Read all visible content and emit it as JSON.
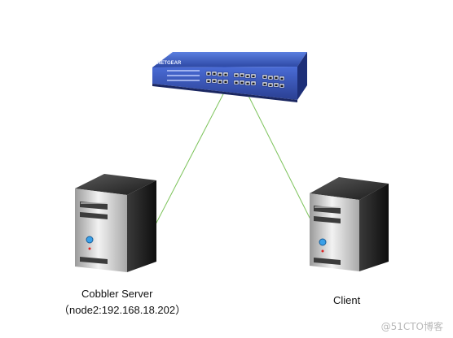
{
  "diagram": {
    "nodes": {
      "switch": {
        "kind": "network switch",
        "brand_text": "NETGEAR"
      },
      "server": {
        "kind": "tower server",
        "label": "Cobbler Server",
        "sublabel": "（node2:192.168.18.202）"
      },
      "client": {
        "kind": "tower server",
        "label": "Client"
      }
    },
    "edges": [
      {
        "from": "switch",
        "to": "server"
      },
      {
        "from": "switch",
        "to": "client"
      }
    ]
  },
  "watermark": "@51CTO博客",
  "colors": {
    "link": "#7cc35a",
    "switch_body": "#2f4aa8",
    "switch_front": "#3b5fc9",
    "server_dark": "#2a2a2a",
    "server_light": "#d8d8d8",
    "power_led": "#3aa0e8"
  }
}
